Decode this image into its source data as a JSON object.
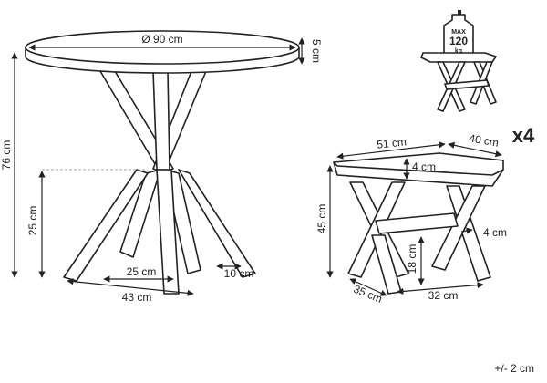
{
  "table": {
    "diameter": "Ø 90 cm",
    "top_thickness": "5 cm",
    "height": "76 cm",
    "cross_height": "25 cm",
    "leg_inner": "25 cm",
    "leg_outer": "43 cm",
    "leg_width": "10 cm"
  },
  "stool": {
    "multiplier": "x4",
    "width": "51 cm",
    "depth": "40 cm",
    "top_thickness": "4 cm",
    "height": "45 cm",
    "bar_thickness": "4 cm",
    "bar_height": "18 cm",
    "base_depth": "35 cm",
    "base_width": "32 cm"
  },
  "badge": {
    "line1": "MAX",
    "line2": "120",
    "line3": "kg"
  },
  "tolerance": "+/- 2 cm",
  "colors": {
    "line": "#222222",
    "guide": "#888888",
    "background": "#ffffff"
  }
}
